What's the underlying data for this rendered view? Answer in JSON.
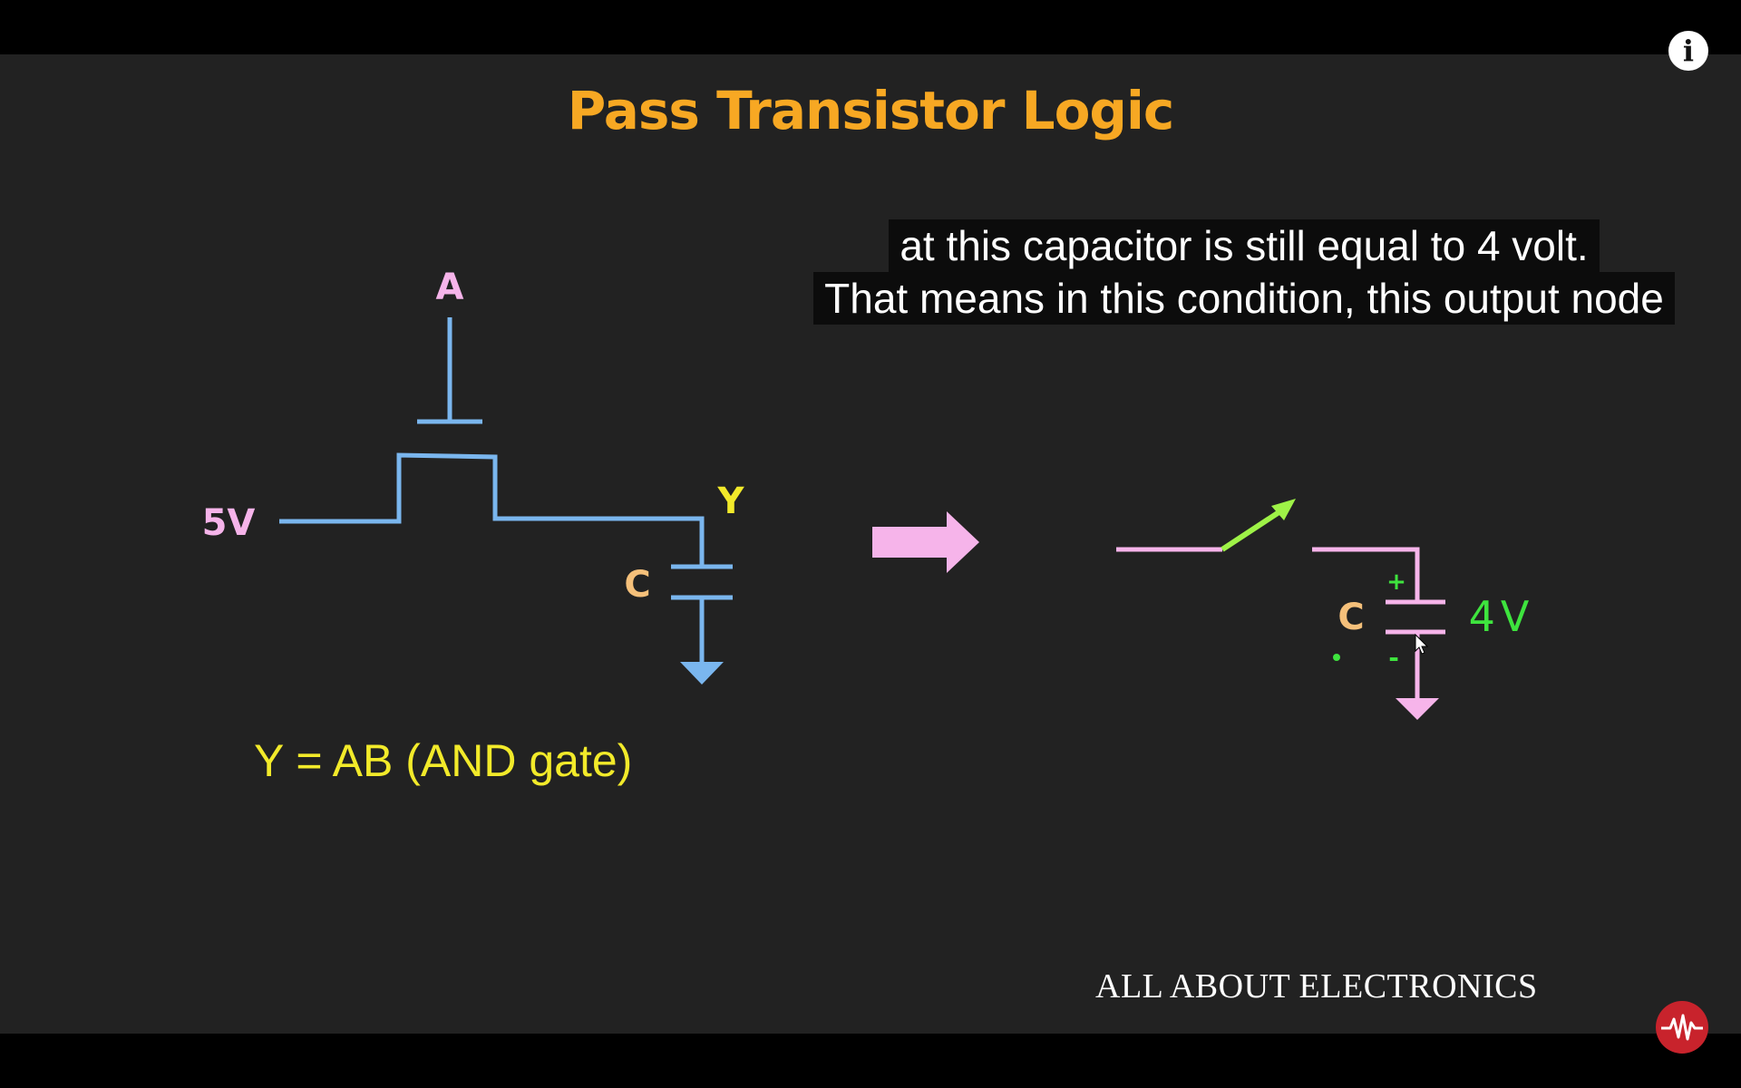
{
  "slide": {
    "title": "Pass Transistor Logic",
    "equation": "Y = AB (AND gate)",
    "watermark": "ALL ABOUT ELECTRONICS"
  },
  "circuit_left": {
    "gate_label": "A",
    "input_label": "5V",
    "output_label": "Y",
    "capacitor_label": "C"
  },
  "circuit_right": {
    "capacitor_label": "C",
    "voltage_label": "4V",
    "plus_sign": "+",
    "minus_sign": "-"
  },
  "subtitles": {
    "line1": "at this capacitor is still equal to 4 volt.",
    "line2": "That means in this condition, this output node"
  },
  "controls": {
    "info_label": "i"
  },
  "colors": {
    "title": "#f7a823",
    "wire_left": "#7ab6ee",
    "wire_right": "#f6b4ea",
    "switch": "#9ef247",
    "label_pink": "#f6b4ea",
    "label_yellow": "#f2ea2a",
    "label_orange": "#f5c07a",
    "label_green": "#3ee43e"
  }
}
